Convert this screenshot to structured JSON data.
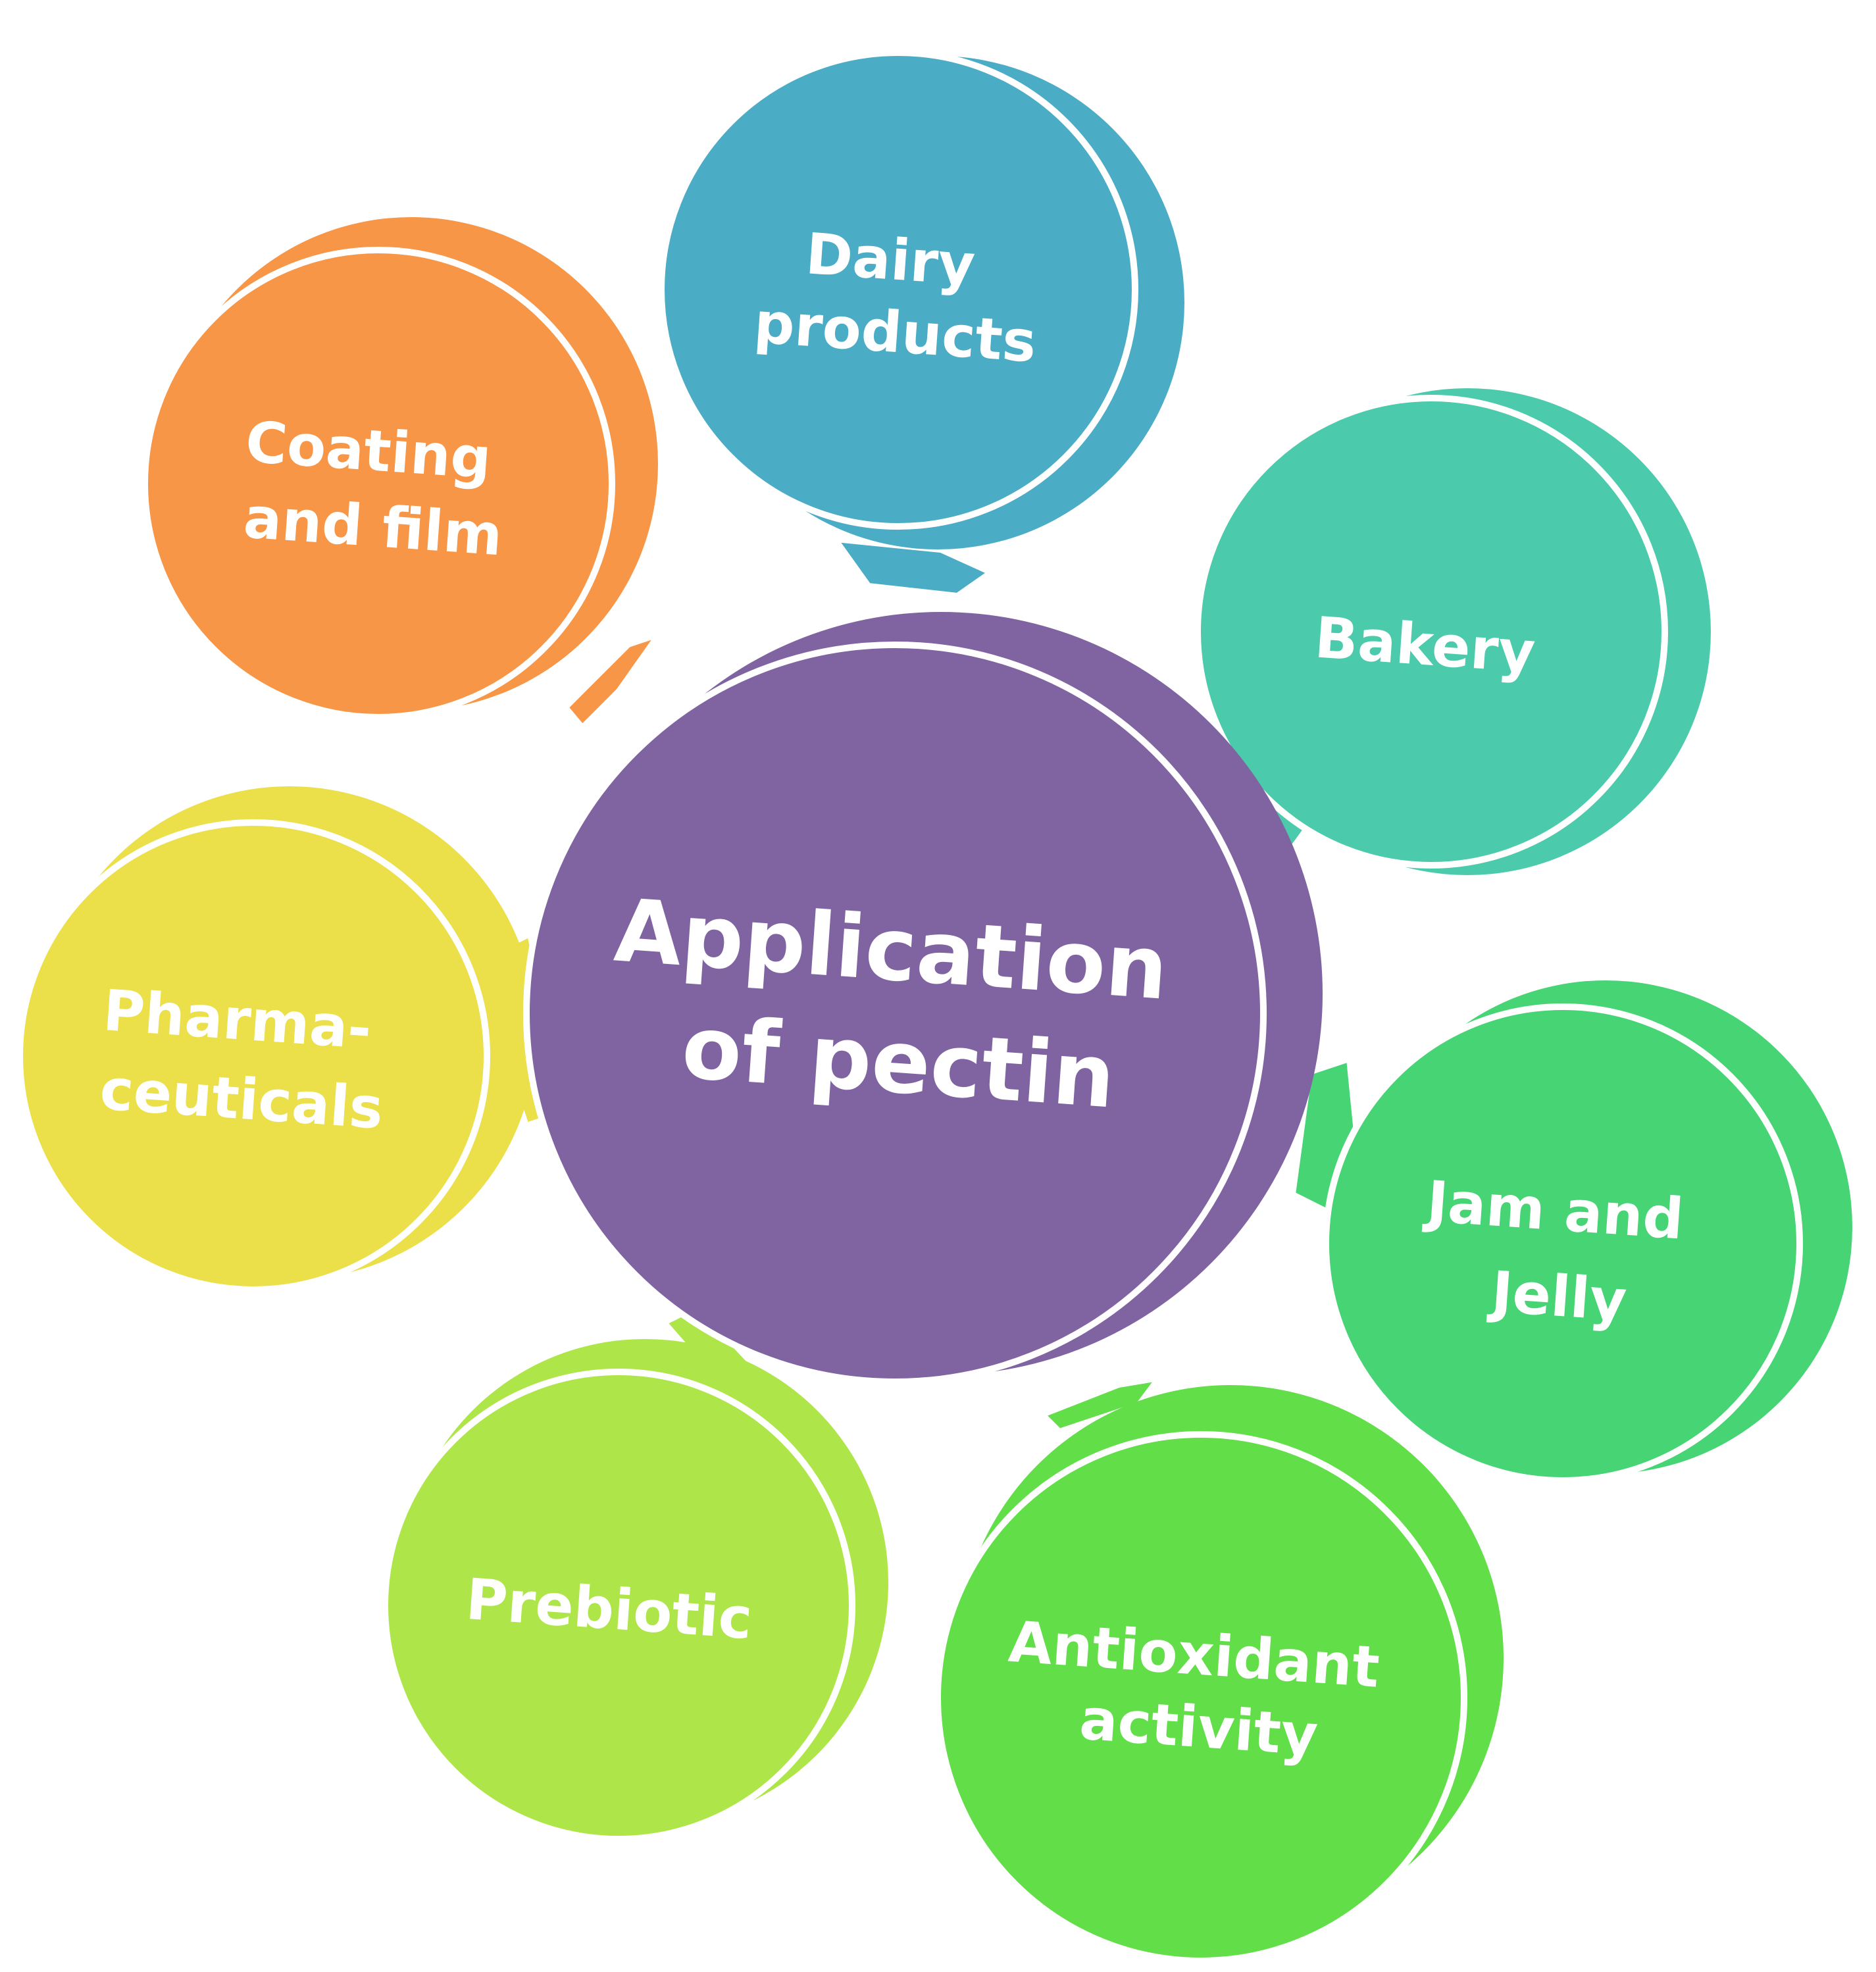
{
  "center": {
    "lines": [
      "Application",
      "of pectin"
    ],
    "color": "#8064A2"
  },
  "nodes": [
    {
      "id": "dairy",
      "lines": [
        "Dairy",
        "products"
      ],
      "color": "#4BACC6"
    },
    {
      "id": "bakery",
      "lines": [
        "Bakery"
      ],
      "color": "#4BCBAB"
    },
    {
      "id": "jam",
      "lines": [
        "Jam and",
        "Jelly"
      ],
      "color": "#46D475"
    },
    {
      "id": "antioxidant",
      "lines": [
        "Antioxidant",
        "activity"
      ],
      "color": "#62DE48"
    },
    {
      "id": "prebiotic",
      "lines": [
        "Prebiotic"
      ],
      "color": "#AEE649"
    },
    {
      "id": "pharma",
      "lines": [
        "Pharma-",
        "ceuticals"
      ],
      "color": "#EBDF4A"
    },
    {
      "id": "coating",
      "lines": [
        "Coating",
        "and film"
      ],
      "color": "#F79646"
    }
  ]
}
